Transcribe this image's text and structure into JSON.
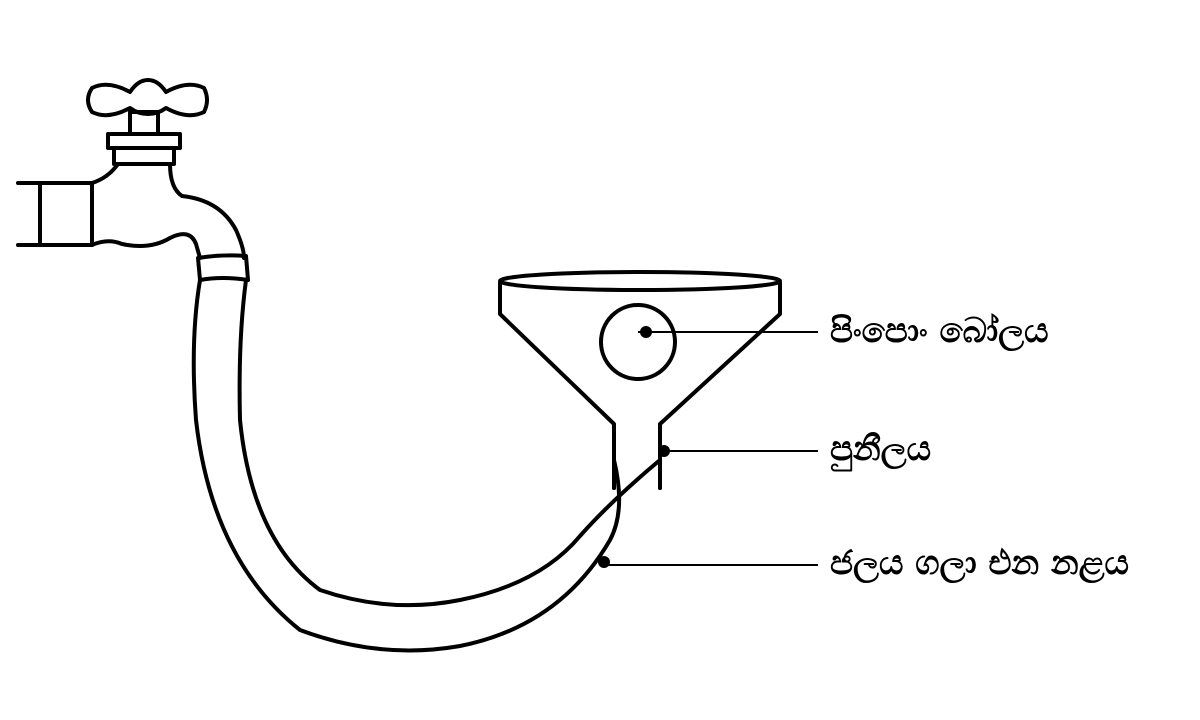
{
  "labels": {
    "ball": "පිංපොං බෝලය",
    "funnel": "පුනීලය",
    "tube": "ජලය ගලා එන නළය"
  },
  "colors": {
    "ink": "#000000",
    "background": "#ffffff"
  }
}
